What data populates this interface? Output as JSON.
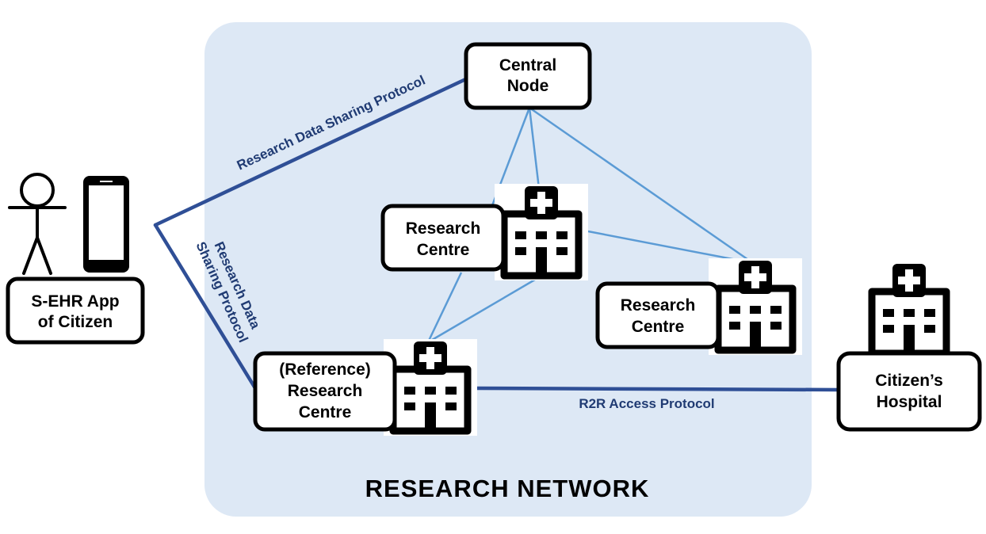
{
  "network": {
    "title": "RESEARCH NETWORK"
  },
  "nodes": {
    "central": {
      "line1": "Central",
      "line2": "Node"
    },
    "research_centre_1": {
      "line1": "Research",
      "line2": "Centre"
    },
    "research_centre_2": {
      "line1": "Research",
      "line2": "Centre"
    },
    "reference_centre": {
      "line1": "(Reference)",
      "line2": "Research",
      "line3": "Centre"
    },
    "app": {
      "line1": "S-EHR App",
      "line2": "of Citizen"
    },
    "hospital": {
      "line1": "Citizen’s",
      "line2": "Hospital"
    }
  },
  "protocols": {
    "upper": "Research Data Sharing Protocol",
    "lower_line1": "Research Data",
    "lower_line2": "Sharing Protocol",
    "r2r": "R2R Access Protocol"
  },
  "colors": {
    "network_bg": "#dde8f5",
    "protocol_line": "#2f4f96",
    "mesh_line": "#5b9bd5",
    "protocol_text": "#203b73"
  }
}
